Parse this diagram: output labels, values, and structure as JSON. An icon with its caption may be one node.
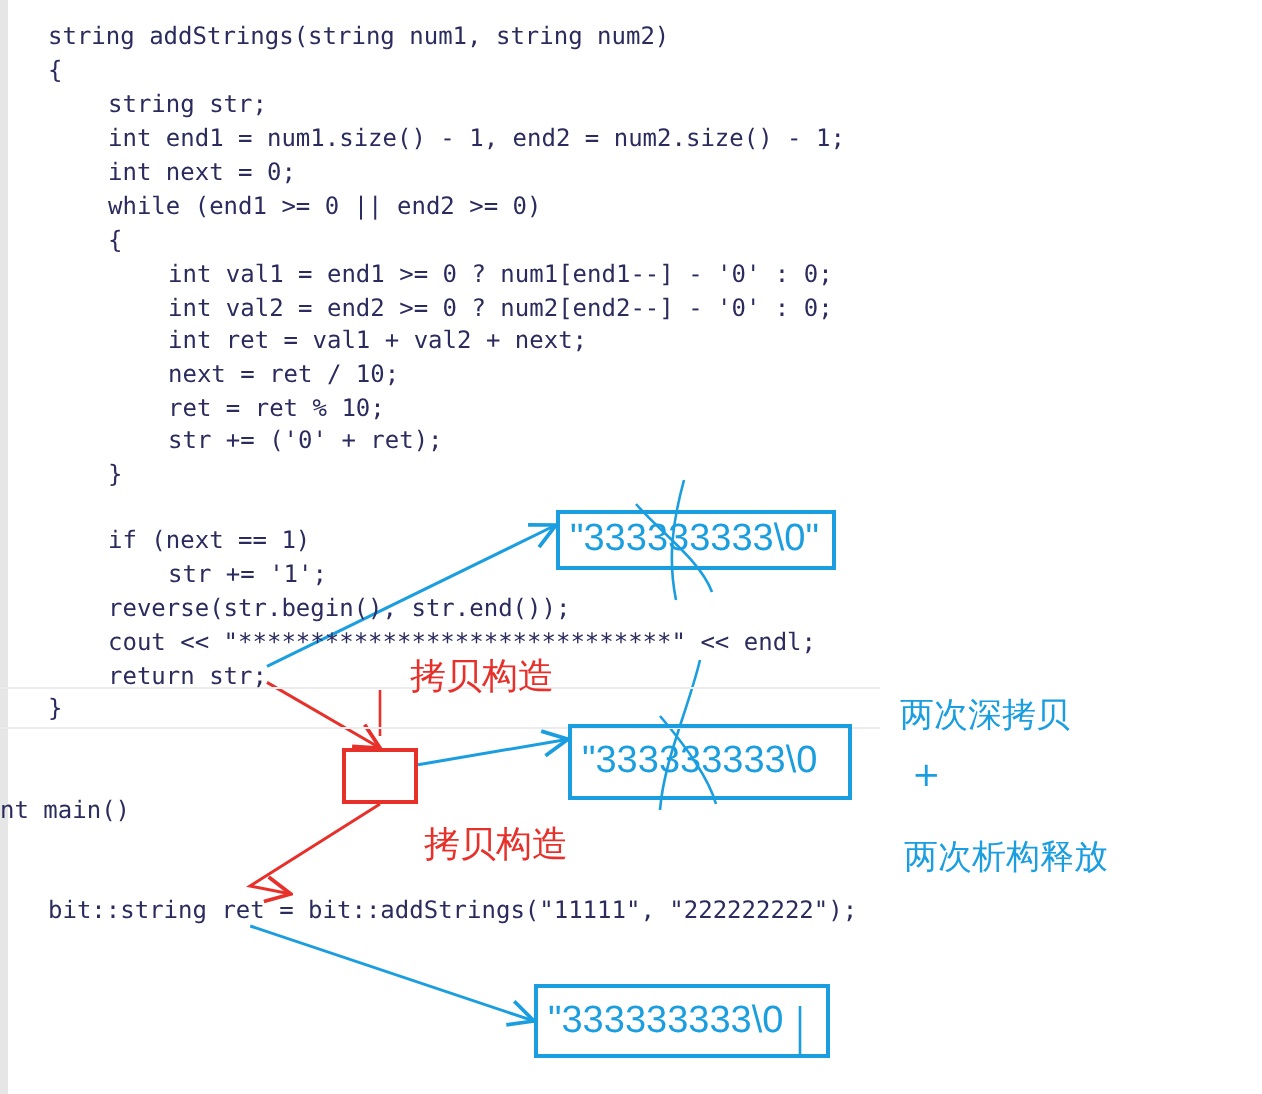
{
  "diagram": {
    "nodes": [
      {
        "text": [
          "return str;"
        ]
      },
      {
        "text": [
          "\"333333333\\0\""
        ]
      },
      {
        "text": [],
        "shape": "box"
      },
      {
        "text": [
          "\"333333333\\0"
        ]
      },
      {
        "text": [
          "bit::string ret = bit::addStrings(\"11111\", \"222222222\");"
        ]
      },
      {
        "text": [
          "\"333333333\\0"
        ]
      }
    ],
    "edges": [
      {
        "from": 0,
        "to": 1,
        "arrow": "to"
      },
      {
        "from": 0,
        "to": 2,
        "arrow": "to",
        "color": "#e8302a"
      },
      {
        "from": 2,
        "to": 3,
        "arrow": "to"
      },
      {
        "from": 2,
        "to": 4,
        "arrow": "to",
        "color": "#e8302a"
      },
      {
        "from": 4,
        "to": 5,
        "arrow": "to"
      }
    ],
    "labels": [
      "string addStrings(string num1, string num2)",
      "{",
      "string str;",
      "int end1 = num1.size() - 1, end2 = num2.size() - 1;",
      "int next = 0;",
      "while (end1 >= 0 || end2 >= 0)",
      "{",
      "int val1 = end1 >= 0 ? num1[end1--] - '0' : 0;",
      "int val2 = end2 >= 0 ? num2[end2--] - '0' : 0;",
      "int ret = val1 + val2 + next;",
      "next = ret / 10;",
      "ret = ret % 10;",
      "str += ('0' + ret);",
      "}",
      "if (next == 1)",
      "str += '1';",
      "reverse(str.begin(), str.end());",
      "cout << \"******************************\" << endl;",
      "}",
      "拷贝构造",
      "两次深拷贝",
      "+",
      "nt main()",
      "拷贝构造",
      "两次析构释放"
    ]
  }
}
